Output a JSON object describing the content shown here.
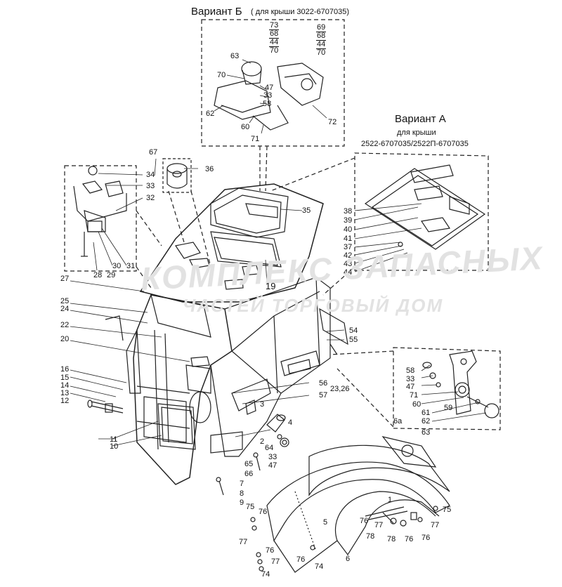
{
  "variant_b": {
    "title": "Вариант Б",
    "subtitle": "( для крыши 3022-6707035)",
    "stack_left": [
      "73",
      "68",
      "44",
      "70"
    ],
    "stack_right": [
      "69",
      "68",
      "44",
      "70"
    ],
    "labels": [
      "63",
      "70",
      "47",
      "33",
      "58",
      "62",
      "60",
      "71",
      "72"
    ]
  },
  "variant_a": {
    "title": "Вариант А",
    "line1": "для крыши",
    "line2": "2522-6707035/2522П-6707035",
    "labels": [
      "38",
      "39",
      "40",
      "41",
      "37",
      "42",
      "43",
      "44"
    ]
  },
  "watermark": {
    "line1": "КОМПЛЕКС ЗАПАСНЫХ",
    "line2": "ЧАСТЕЙ ТОРГОВЫЙ ДОМ"
  },
  "labels": [
    {
      "id": "67",
      "t": "67"
    },
    {
      "id": "36",
      "t": "36"
    },
    {
      "id": "34",
      "t": "34"
    },
    {
      "id": "33a",
      "t": "33"
    },
    {
      "id": "32",
      "t": "32"
    },
    {
      "id": "35",
      "t": "35"
    },
    {
      "id": "28",
      "t": "28"
    },
    {
      "id": "29",
      "t": "29"
    },
    {
      "id": "30",
      "t": "30"
    },
    {
      "id": "31",
      "t": "31"
    },
    {
      "id": "27",
      "t": "27"
    },
    {
      "id": "19",
      "t": "19"
    },
    {
      "id": "25",
      "t": "25"
    },
    {
      "id": "24",
      "t": "24"
    },
    {
      "id": "22",
      "t": "22"
    },
    {
      "id": "54",
      "t": "54"
    },
    {
      "id": "55",
      "t": "55"
    },
    {
      "id": "20",
      "t": "20"
    },
    {
      "id": "16",
      "t": "16"
    },
    {
      "id": "15",
      "t": "15"
    },
    {
      "id": "14",
      "t": "14"
    },
    {
      "id": "13",
      "t": "13"
    },
    {
      "id": "12",
      "t": "12"
    },
    {
      "id": "56",
      "t": "56"
    },
    {
      "id": "2326",
      "t": "23,26"
    },
    {
      "id": "57",
      "t": "57"
    },
    {
      "id": "3",
      "t": "3"
    },
    {
      "id": "4",
      "t": "4"
    },
    {
      "id": "11",
      "t": "11"
    },
    {
      "id": "10",
      "t": "10"
    },
    {
      "id": "2",
      "t": "2"
    },
    {
      "id": "64",
      "t": "64"
    },
    {
      "id": "33b",
      "t": "33"
    },
    {
      "id": "47b",
      "t": "47"
    },
    {
      "id": "65",
      "t": "65"
    },
    {
      "id": "66",
      "t": "66"
    },
    {
      "id": "7",
      "t": "7"
    },
    {
      "id": "8",
      "t": "8"
    },
    {
      "id": "9",
      "t": "9"
    },
    {
      "id": "58b",
      "t": "58"
    },
    {
      "id": "33c",
      "t": "33"
    },
    {
      "id": "47c",
      "t": "47"
    },
    {
      "id": "71b",
      "t": "71"
    },
    {
      "id": "60b",
      "t": "60"
    },
    {
      "id": "61",
      "t": "61"
    },
    {
      "id": "62b",
      "t": "62"
    },
    {
      "id": "59",
      "t": "59"
    },
    {
      "id": "63b",
      "t": "63"
    },
    {
      "id": "6a",
      "t": "6а"
    },
    {
      "id": "1",
      "t": "1"
    },
    {
      "id": "75a",
      "t": "75"
    },
    {
      "id": "76a",
      "t": "76"
    },
    {
      "id": "77a",
      "t": "77"
    },
    {
      "id": "5",
      "t": "5"
    },
    {
      "id": "76b",
      "t": "76"
    },
    {
      "id": "77b",
      "t": "77"
    },
    {
      "id": "78a",
      "t": "78"
    },
    {
      "id": "78b",
      "t": "78"
    },
    {
      "id": "76c",
      "t": "76"
    },
    {
      "id": "75b",
      "t": "75"
    },
    {
      "id": "77c",
      "t": "77"
    },
    {
      "id": "76d",
      "t": "76"
    },
    {
      "id": "76e",
      "t": "76"
    },
    {
      "id": "74a",
      "t": "74"
    },
    {
      "id": "6",
      "t": "6"
    },
    {
      "id": "76f",
      "t": "76"
    },
    {
      "id": "77d",
      "t": "77"
    },
    {
      "id": "74b",
      "t": "74"
    }
  ]
}
